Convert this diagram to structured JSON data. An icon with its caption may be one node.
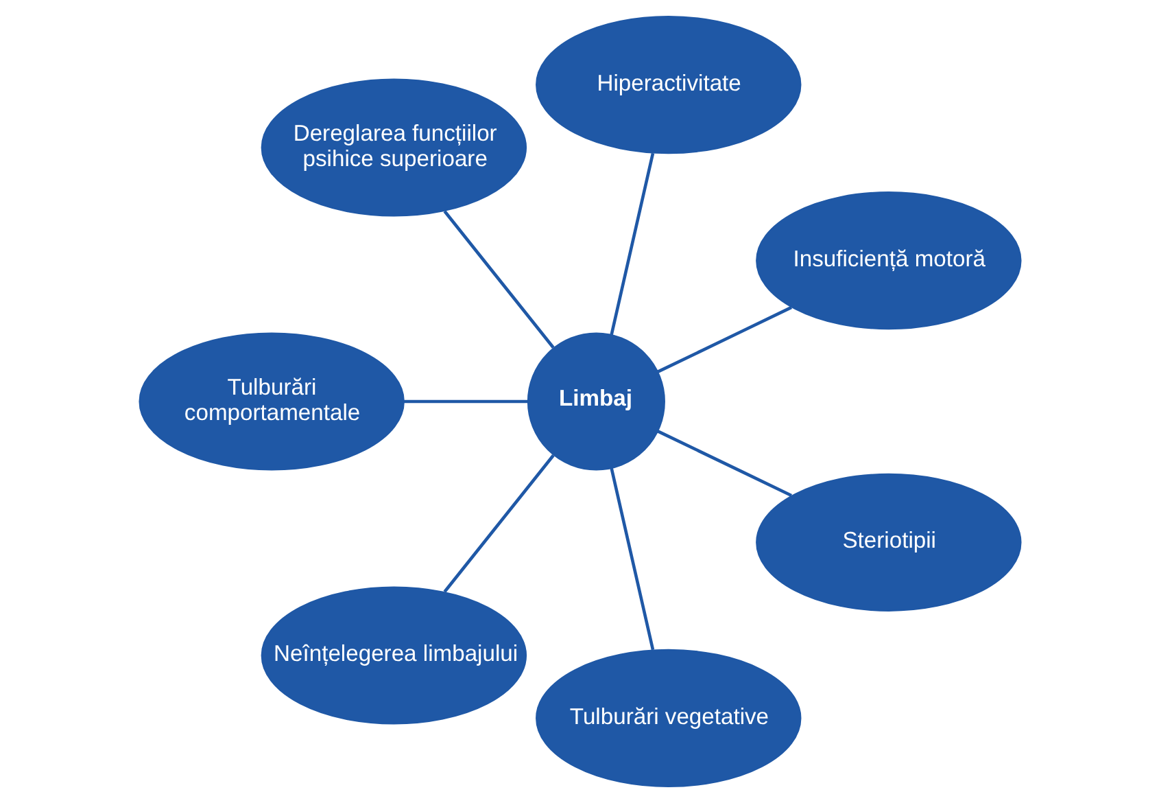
{
  "diagram": {
    "nodes": [
      {
        "text": [
          "Limbaj"
        ]
      },
      {
        "text": [
          "Insuficiență motoră"
        ]
      },
      {
        "text": [
          "Hiperactivitate"
        ]
      },
      {
        "text": [
          "Dereglarea funcțiilor psihice superioare"
        ]
      },
      {
        "text": [
          "Tulburări comportamentale"
        ]
      },
      {
        "text": [
          "Neînțelegerea limbajului"
        ]
      },
      {
        "text": [
          "Tulburări vegetative"
        ]
      },
      {
        "text": [
          "Steriotipii"
        ]
      }
    ],
    "edges": [
      {
        "from": 0,
        "to": 1,
        "arrow": "none"
      },
      {
        "from": 0,
        "to": 2,
        "arrow": "none"
      },
      {
        "from": 0,
        "to": 3,
        "arrow": "none"
      },
      {
        "from": 0,
        "to": 4,
        "arrow": "none"
      },
      {
        "from": 0,
        "to": 5,
        "arrow": "none"
      },
      {
        "from": 0,
        "to": 6,
        "arrow": "none"
      },
      {
        "from": 0,
        "to": 7,
        "arrow": "none"
      }
    ]
  }
}
